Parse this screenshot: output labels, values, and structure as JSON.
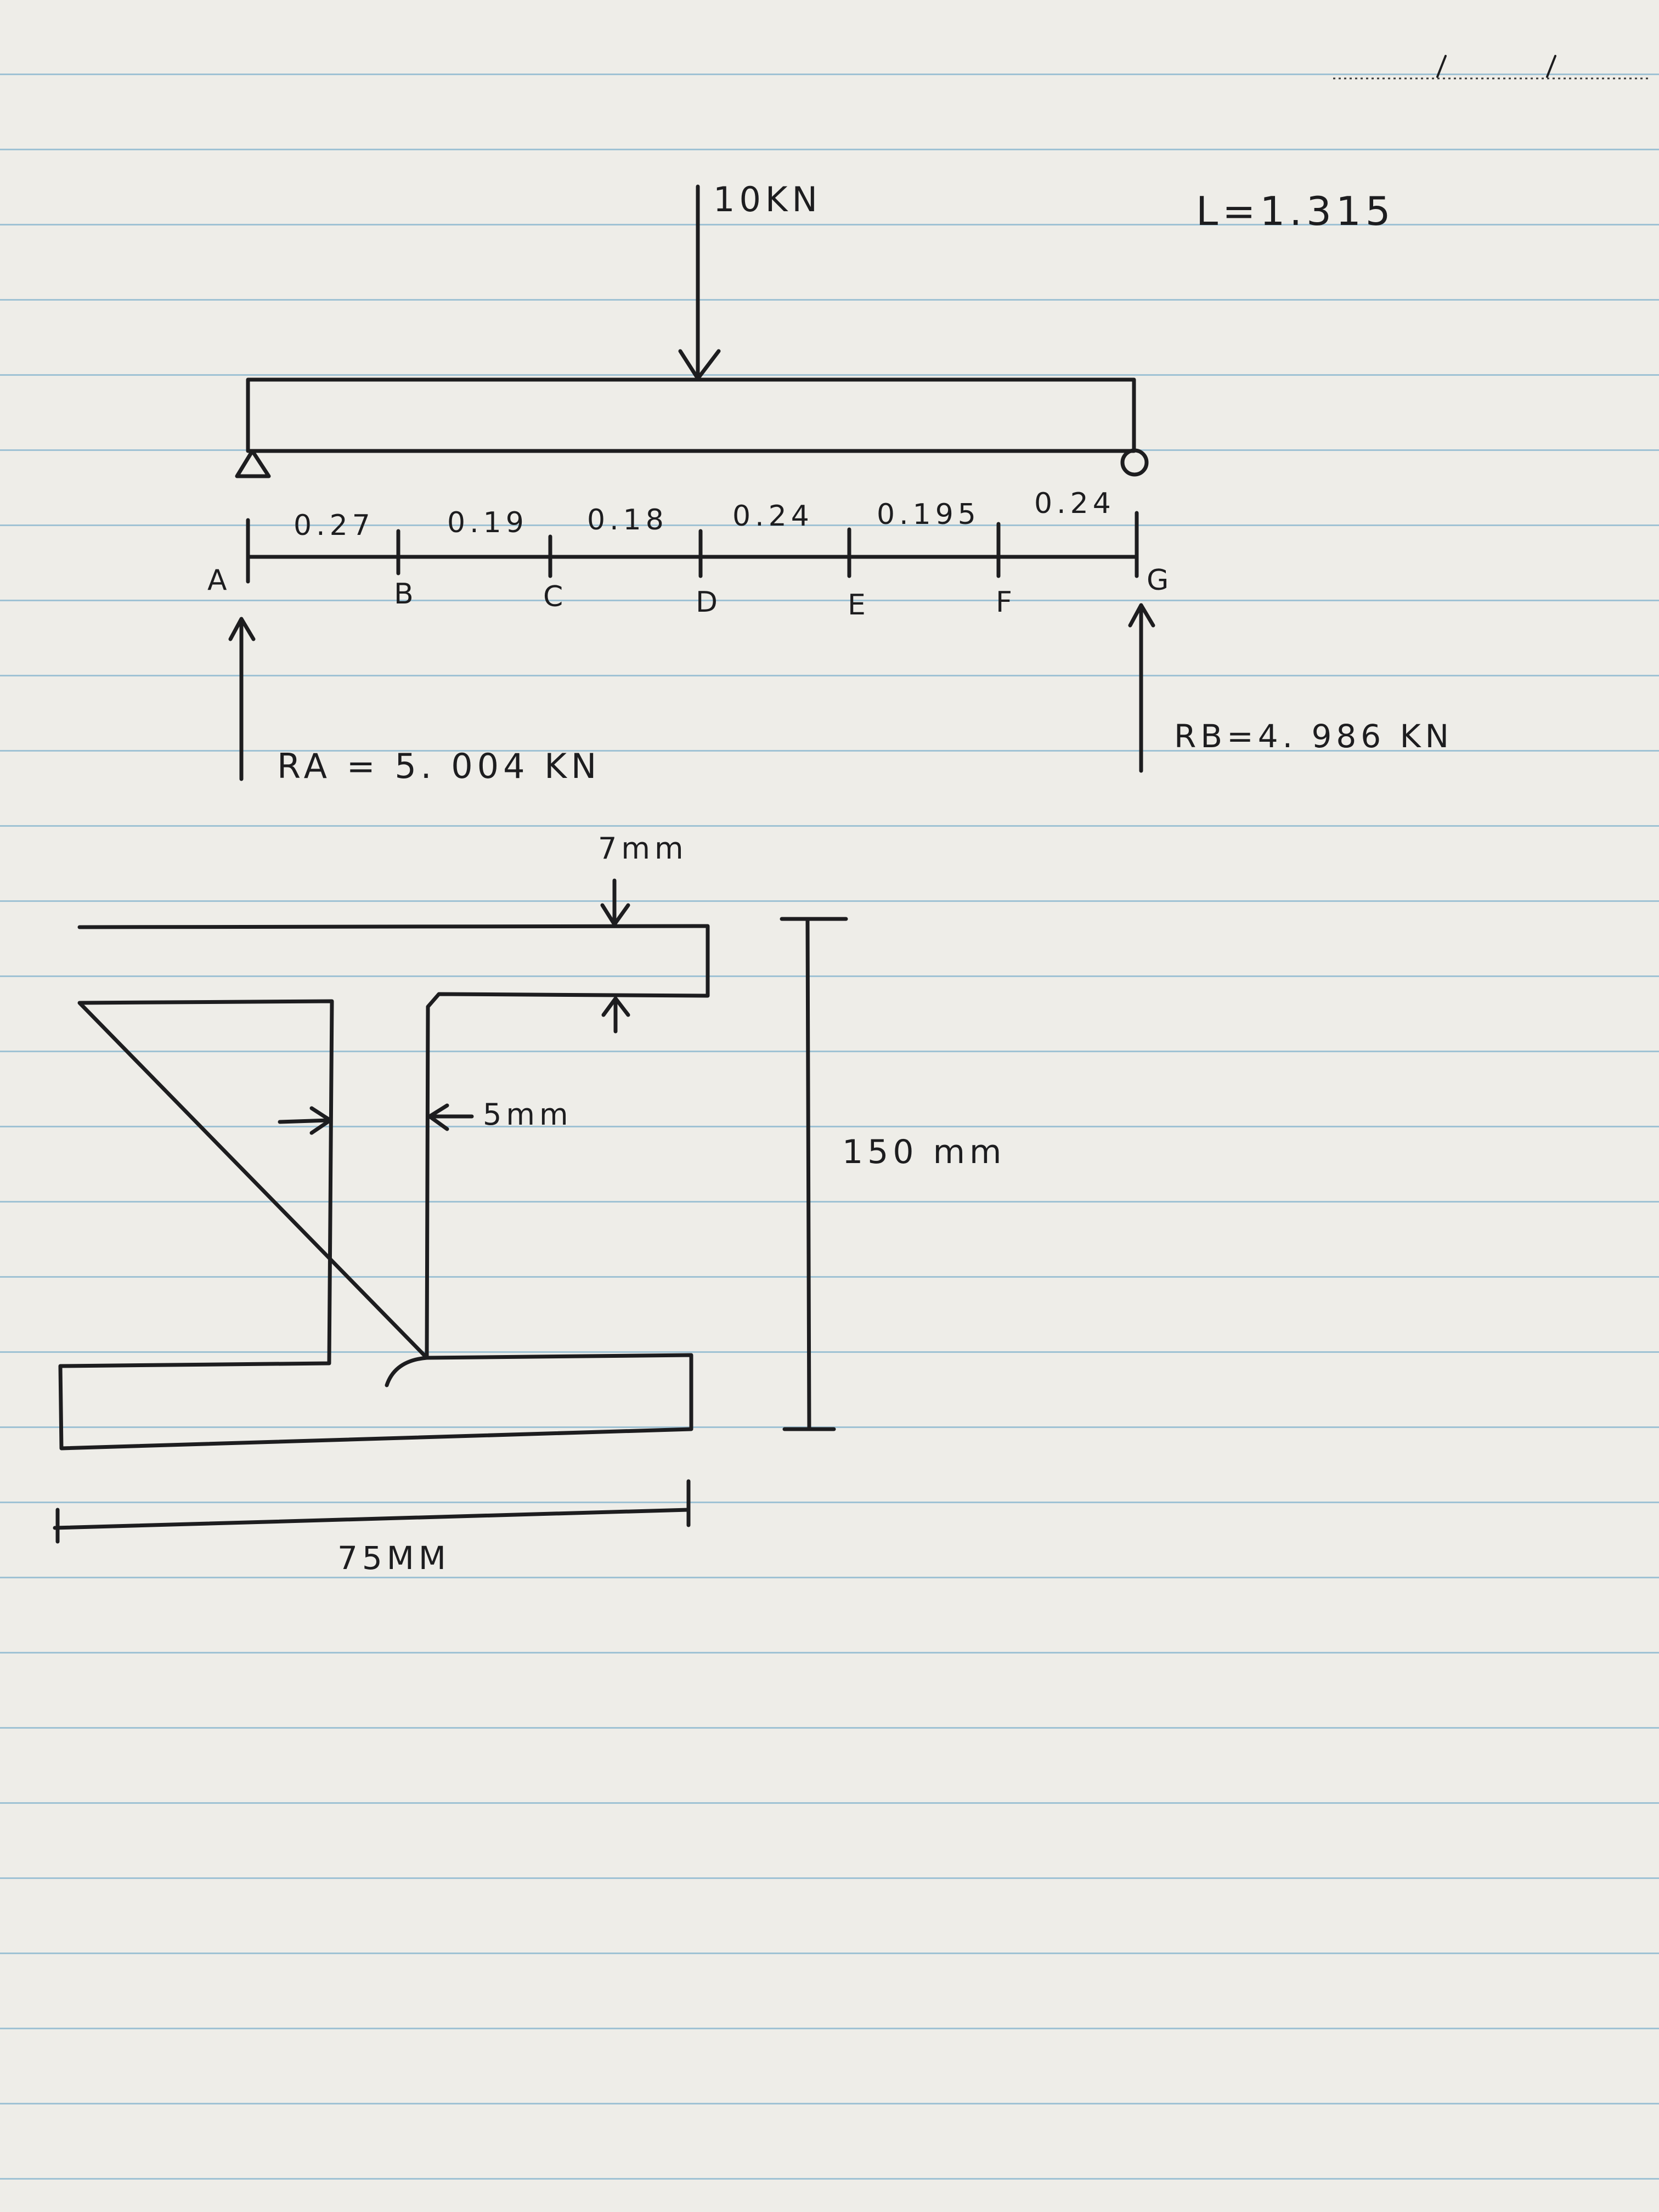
{
  "beam": {
    "load_label": "10KN",
    "length_label": "L=1.315",
    "segments": [
      "0.27",
      "0.19",
      "0.18",
      "0.24",
      "0.195",
      "0.24"
    ],
    "points": [
      "A",
      "B",
      "C",
      "D",
      "E",
      "F",
      "G"
    ],
    "reaction_a": "RA = 5. 004 KN",
    "reaction_b": "RB=4. 986 KN"
  },
  "section": {
    "flange_thickness": "7mm",
    "web_thickness": "5mm",
    "height": "150 mm",
    "width": "75MM"
  }
}
